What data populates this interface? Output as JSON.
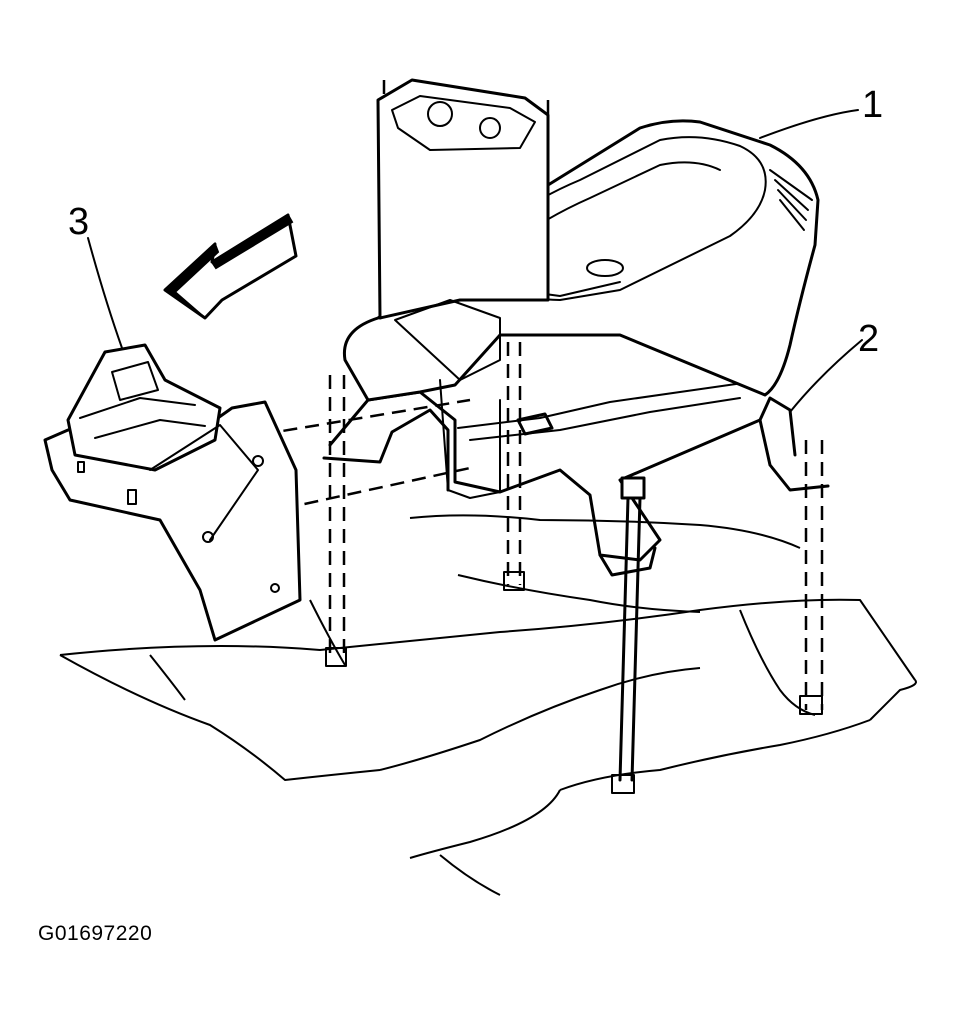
{
  "callouts": {
    "one": "1",
    "two": "2",
    "three": "3"
  },
  "figure_id": "G01697220"
}
